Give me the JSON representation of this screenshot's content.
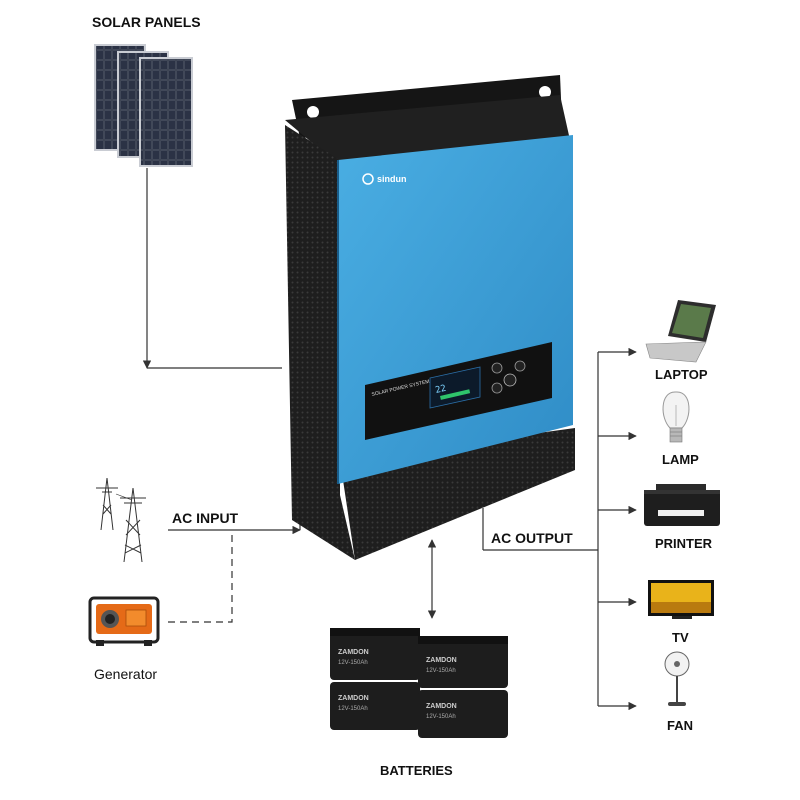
{
  "labels": {
    "solar_panels": "SOLAR PANELS",
    "ac_input": "AC INPUT",
    "ac_output": "AC OUTPUT",
    "generator": "Generator",
    "batteries": "BATTERIES",
    "laptop": "LAPTOP",
    "lamp": "LAMP",
    "printer": "PRINTER",
    "tv": "TV",
    "fan": "FAN"
  },
  "inverter": {
    "brand": "sindun",
    "panel_title": "SOLAR POWER SYSTEM",
    "lcd_reading": "22"
  },
  "battery": {
    "brand": "ZAMDON",
    "model": "12V-150Ah"
  },
  "colors": {
    "inverter_front": "#3d9fd6",
    "inverter_body": "#1c1c1c",
    "line": "#333333"
  }
}
